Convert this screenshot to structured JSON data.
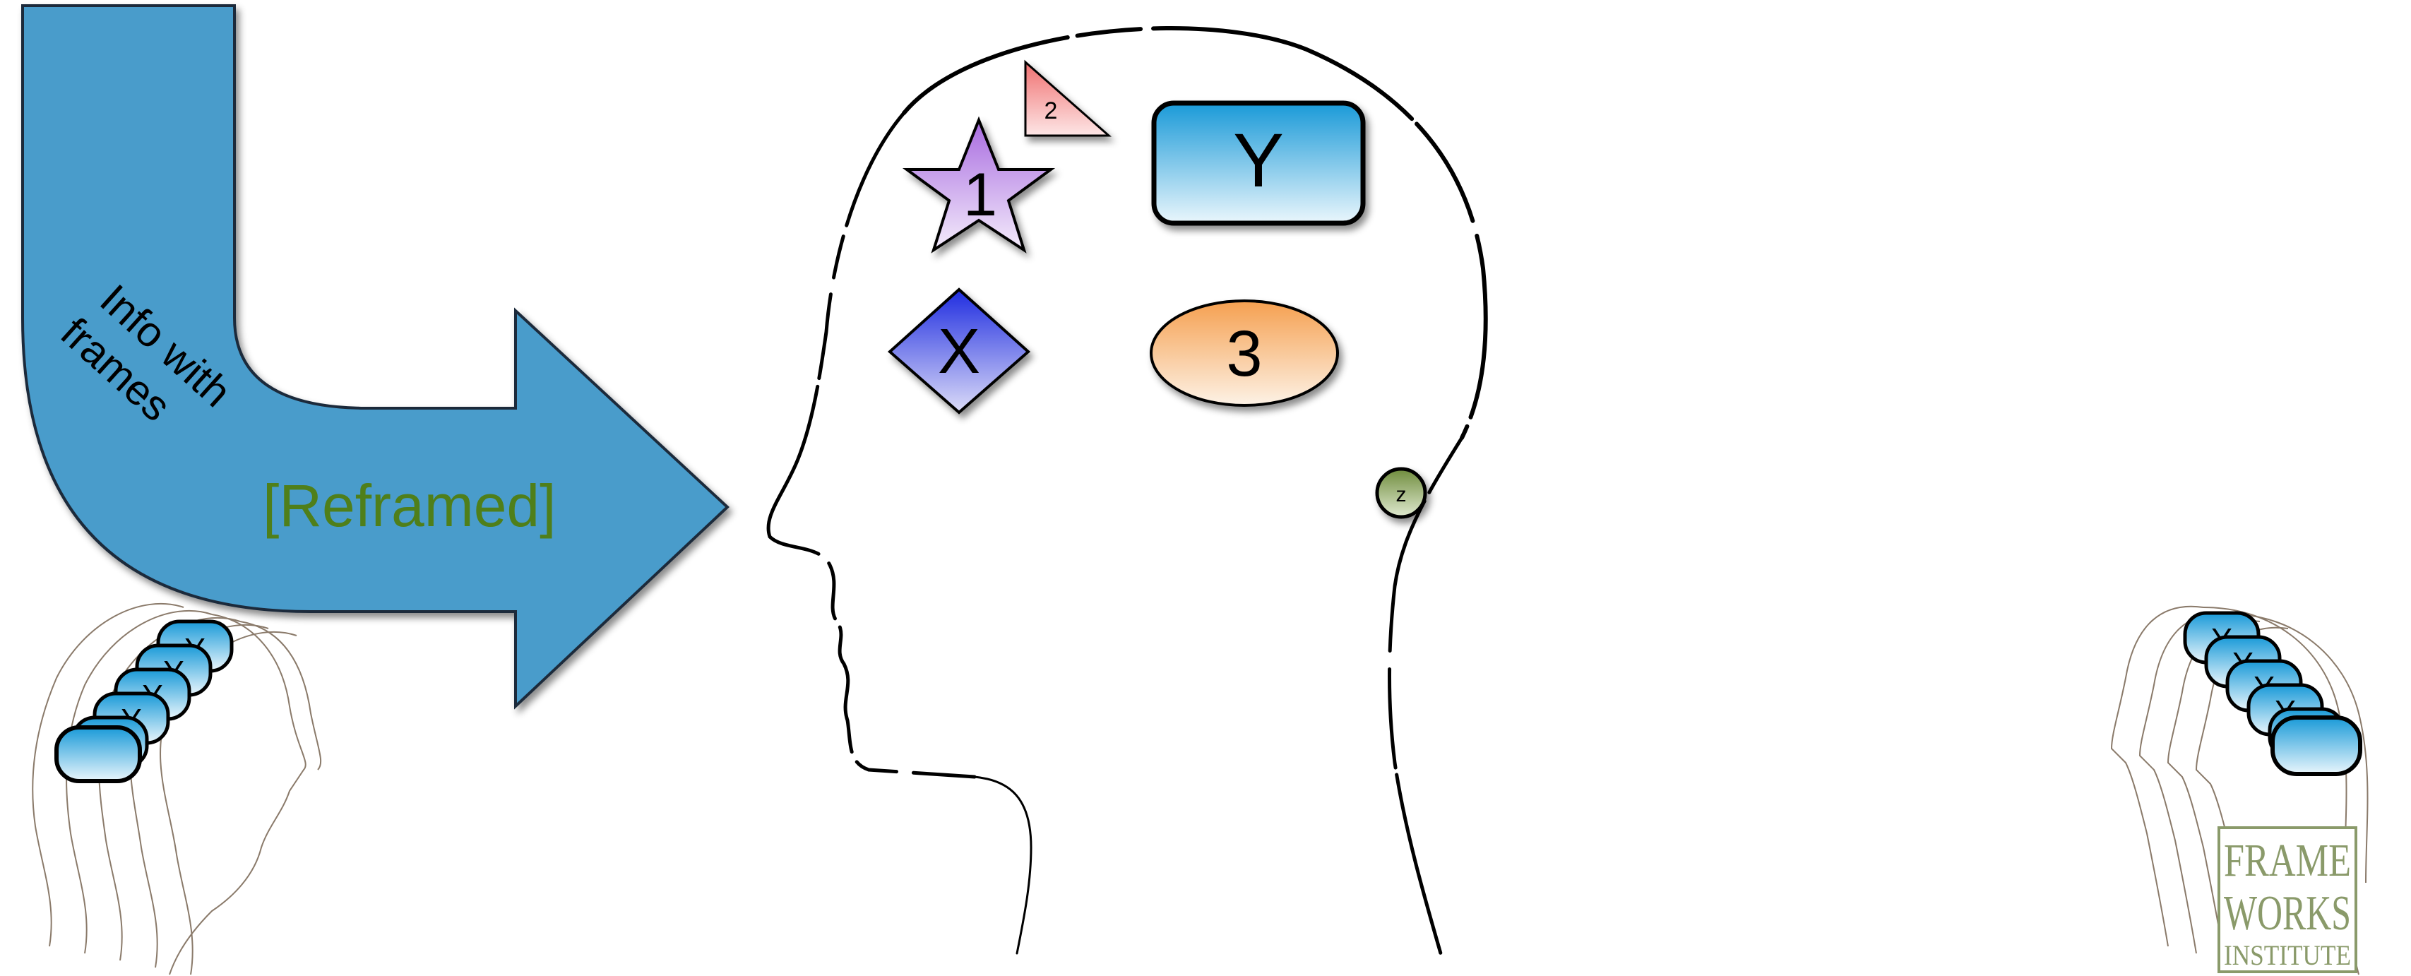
{
  "arrow": {
    "label_line1": "Info with",
    "label_line2": "frames",
    "reframed": "[Reframed]",
    "color": "#4a9ccb",
    "reframed_color": "#4f7f1a"
  },
  "head": {
    "shapes": {
      "star": {
        "label": "1",
        "icon": "star-icon"
      },
      "triangle": {
        "label": "2",
        "icon": "triangle-icon"
      },
      "rect_y": {
        "label": "Y",
        "icon": "rounded-rect-icon"
      },
      "diamond": {
        "label": "X",
        "icon": "diamond-icon"
      },
      "ellipse": {
        "label": "3",
        "icon": "ellipse-icon"
      },
      "circle": {
        "label": "z",
        "icon": "circle-icon"
      }
    }
  },
  "small_heads": {
    "badge_label": "Y"
  },
  "logo": {
    "line1": "FRAME",
    "line2": "WORKS",
    "line3": "INSTITUTE",
    "color": "#8a9a6a"
  }
}
